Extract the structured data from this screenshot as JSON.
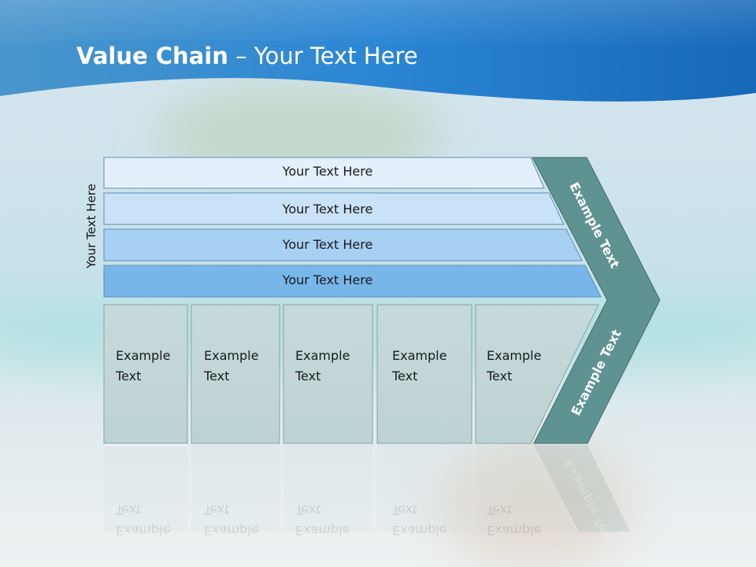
{
  "title": {
    "bold": "Value Chain",
    "rest": " – Your Text Here"
  },
  "side_label": "Your Text Here",
  "bars": [
    {
      "label": "Your Text Here"
    },
    {
      "label": "Your Text Here"
    },
    {
      "label": "Your Text Here"
    },
    {
      "label": "Your Text Here"
    }
  ],
  "boxes": [
    {
      "line1": "Example",
      "line2": "Text"
    },
    {
      "line1": "Example",
      "line2": "Text"
    },
    {
      "line1": "Example",
      "line2": "Text"
    },
    {
      "line1": "Example",
      "line2": "Text"
    },
    {
      "line1": "Example",
      "line2": "Text"
    }
  ],
  "arrow": {
    "upper": "Example Text",
    "lower": "Example Text"
  },
  "colors": {
    "header": "#1b78c8",
    "bar1": "#e3f0fb",
    "bar2": "#c9e2f8",
    "bar3": "#a6cff2",
    "bar4": "#76b5ea",
    "box": "#c2d6d6",
    "arrow": "#5e9291"
  }
}
